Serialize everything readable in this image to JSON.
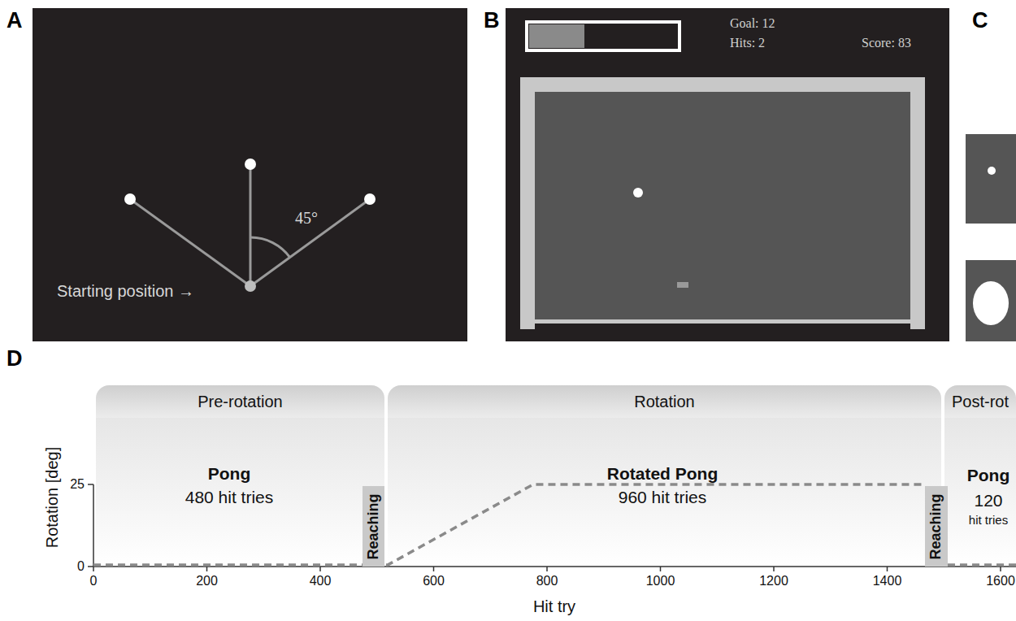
{
  "diagram": {
    "nodes": [
      {
        "text": [
          "Pre-rotation"
        ]
      },
      {
        "text": [
          "Rotation"
        ]
      },
      {
        "text": [
          "Post-rot"
        ]
      },
      {
        "text": [
          "Reaching"
        ]
      },
      {
        "text": [
          "Reaching"
        ]
      }
    ],
    "labels": [
      "A",
      "B",
      "C",
      "D",
      "45°",
      "Starting position →",
      "Goal: 12",
      "Hits: 2",
      "Score: 83",
      "Pong",
      "480 hit tries",
      "Rotated Pong",
      "960 hit tries",
      "Pong",
      "120",
      "hit tries",
      "25",
      "0",
      "Rotation [deg]",
      "0",
      "200",
      "400",
      "600",
      "800",
      "1000",
      "1200",
      "1400",
      "1600",
      "Hit try"
    ]
  }
}
